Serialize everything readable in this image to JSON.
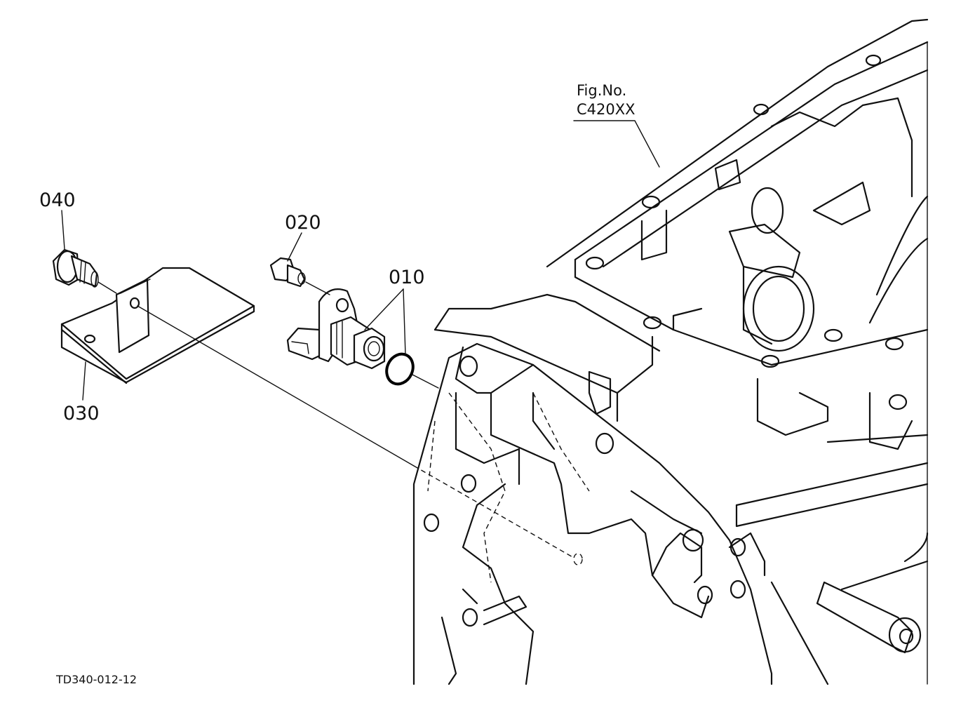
{
  "callouts": {
    "oring": "010",
    "sensor_bolt": "020",
    "bracket": "030",
    "bracket_bolt": "040"
  },
  "figure_reference": {
    "line1": "Fig.No.",
    "line2": "C420XX"
  },
  "drawing_code": "TD340-012-12"
}
